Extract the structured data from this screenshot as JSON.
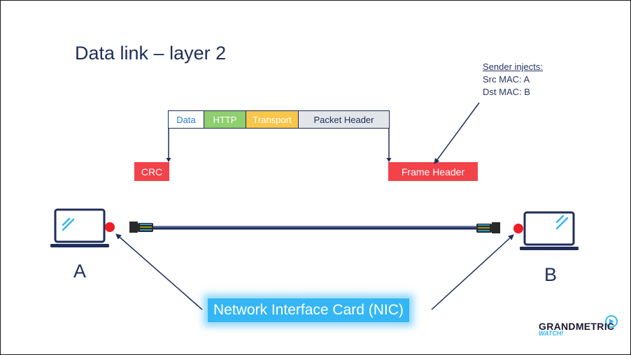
{
  "slide": {
    "title": "Data link – layer 2",
    "annotation": {
      "heading": "Sender injects:",
      "lines": [
        "Src MAC: A",
        "Dst MAC: B"
      ]
    },
    "packet": {
      "cells": [
        "Data",
        "HTTP",
        "Transport",
        "Packet Header"
      ]
    },
    "crc_label": "CRC",
    "frame_header_label": "Frame Header",
    "device_a_label": "A",
    "device_b_label": "B",
    "nic_label": "Network Interface Card (NIC)",
    "brand": {
      "name": "GRANDMETRIC",
      "sub": "WATCH!",
      "icon": "play-icon"
    },
    "icons": {
      "laptop": "laptop-icon",
      "connector": "ethernet-plug-icon",
      "nic_dot": "nic-dot"
    },
    "colors": {
      "navy": "#1f2d5a",
      "red": "#f2424a",
      "http_green": "#8fcf6e",
      "transport_yellow": "#f7c64a",
      "packet_grey": "#e2e5e9",
      "data_blue": "#2a7fd0",
      "nic_blue": "#35b6f4"
    }
  }
}
